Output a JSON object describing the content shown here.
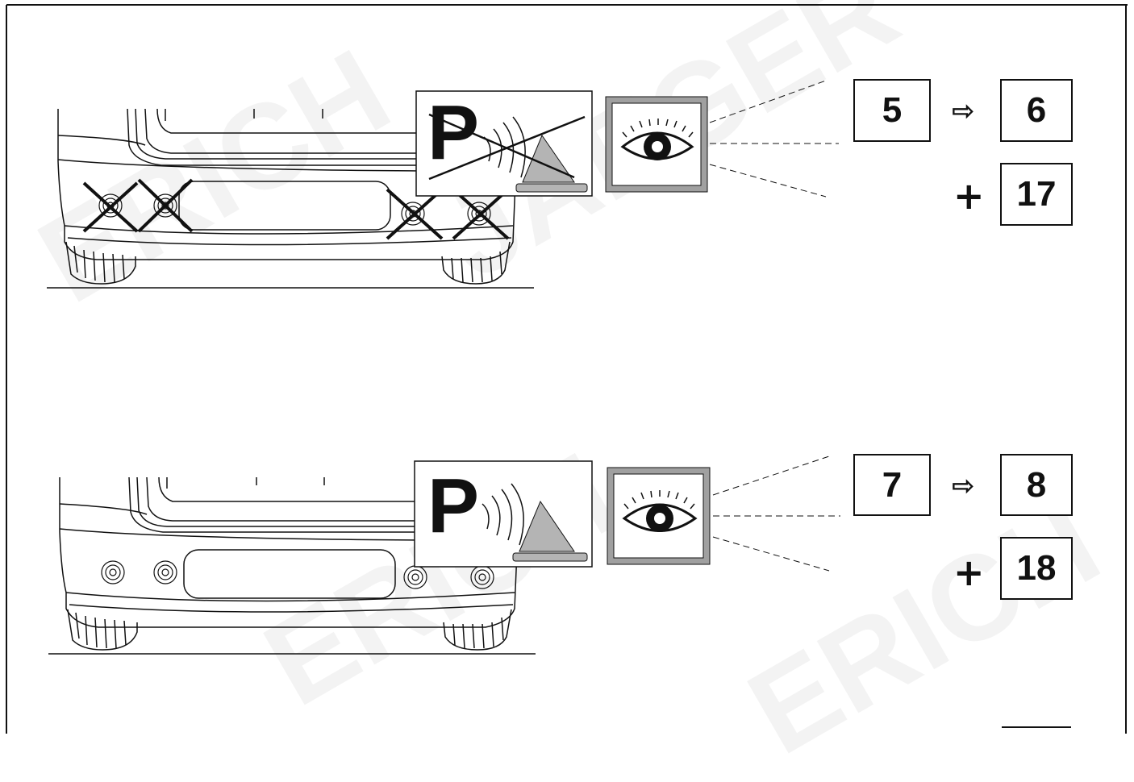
{
  "watermark": {
    "line1": "ERICH",
    "line2": "JAEGER"
  },
  "top_group": {
    "step_from": "5",
    "step_to": "6",
    "plus": "+",
    "step_extra": "17",
    "arrow": "⇨",
    "parking_letter": "P",
    "sensors_crossed": true
  },
  "bottom_group": {
    "step_from": "7",
    "step_to": "8",
    "plus": "+",
    "step_extra": "18",
    "arrow": "⇨",
    "parking_letter": "P",
    "sensors_crossed": false
  },
  "colors": {
    "line": "#111111",
    "icon_gray": "#b4b4b4",
    "frame_gray": "#a0a0a0"
  }
}
